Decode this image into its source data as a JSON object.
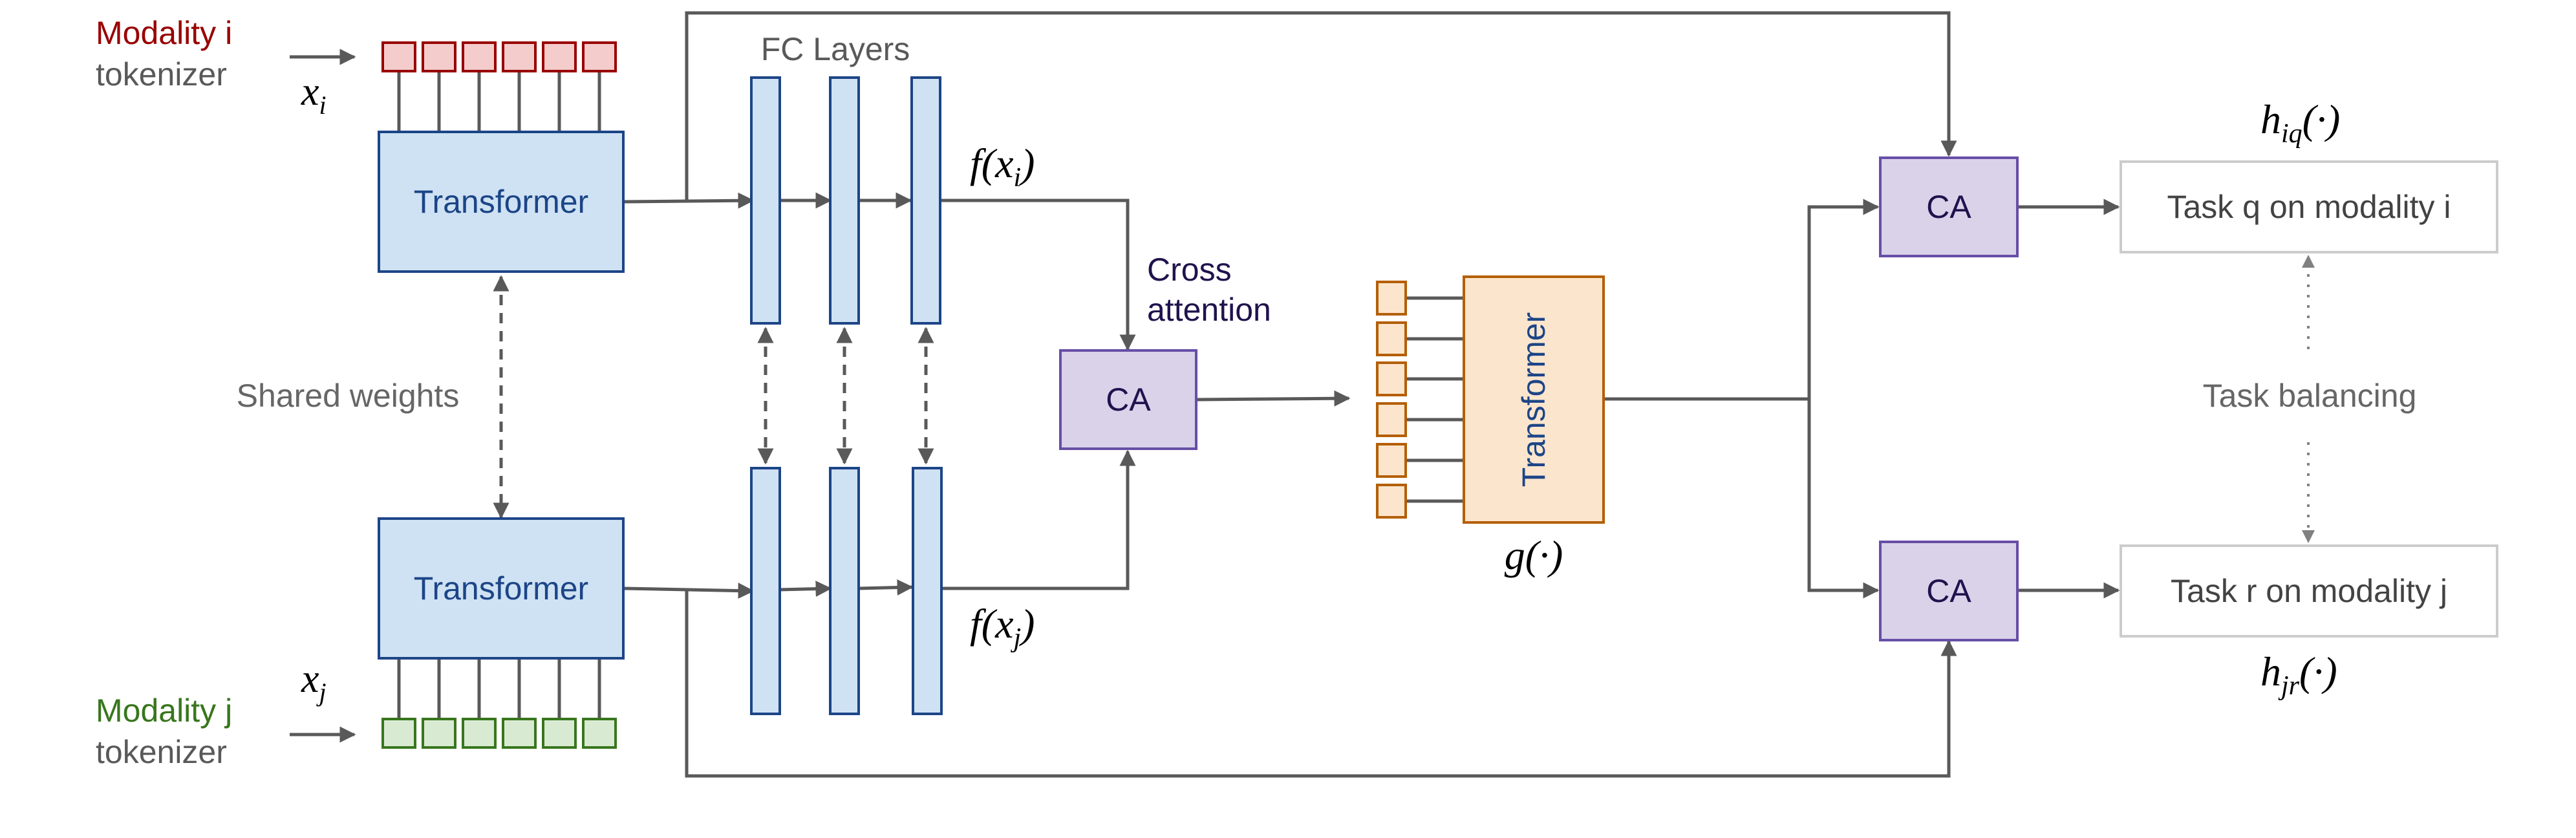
{
  "colors": {
    "modality_i": "#990000",
    "modality_j": "#38761d",
    "blue_fill": "#cfe2f3",
    "blue_stroke": "#1c4587",
    "orange_fill": "#fce5cd",
    "orange_stroke": "#b45f06",
    "purple_fill": "#d9d2e9",
    "purple_stroke": "#674ea7",
    "red_token_fill": "#f4cccc",
    "red_token_stroke": "#990000",
    "green_token_fill": "#d9ead3",
    "green_token_stroke": "#38761d",
    "text_gray": "#595959",
    "text_dark_purple": "#20124d"
  },
  "modality_i": {
    "name": "Modality i",
    "tokenizer": "tokenizer",
    "input_var": "x",
    "input_sub": "i"
  },
  "modality_j": {
    "name": "Modality j",
    "tokenizer": "tokenizer",
    "input_var": "x",
    "input_sub": "j"
  },
  "encoder_top": {
    "label": "Transformer"
  },
  "encoder_bottom": {
    "label": "Transformer"
  },
  "shared_weights": "Shared weights",
  "fc_layers": "FC Layers",
  "feature_i": {
    "fn": "f(x",
    "sub": "i",
    "close": ")"
  },
  "feature_j": {
    "fn": "f(x",
    "sub": "j",
    "close": ")"
  },
  "cross_attention": {
    "line1": "Cross",
    "line2": "attention"
  },
  "ca_center": "CA",
  "fusion_transformer": {
    "label": "Transformer",
    "fn": "g(·)"
  },
  "ca_top": "CA",
  "ca_bottom": "CA",
  "task_top": {
    "label": "Task q on modality i",
    "head_var": "h",
    "head_sub": "iq",
    "head_args": "(·)"
  },
  "task_bottom": {
    "label": "Task r on modality j",
    "head_var": "h",
    "head_sub": "jr",
    "head_args": "(·)"
  },
  "task_balancing": "Task balancing"
}
